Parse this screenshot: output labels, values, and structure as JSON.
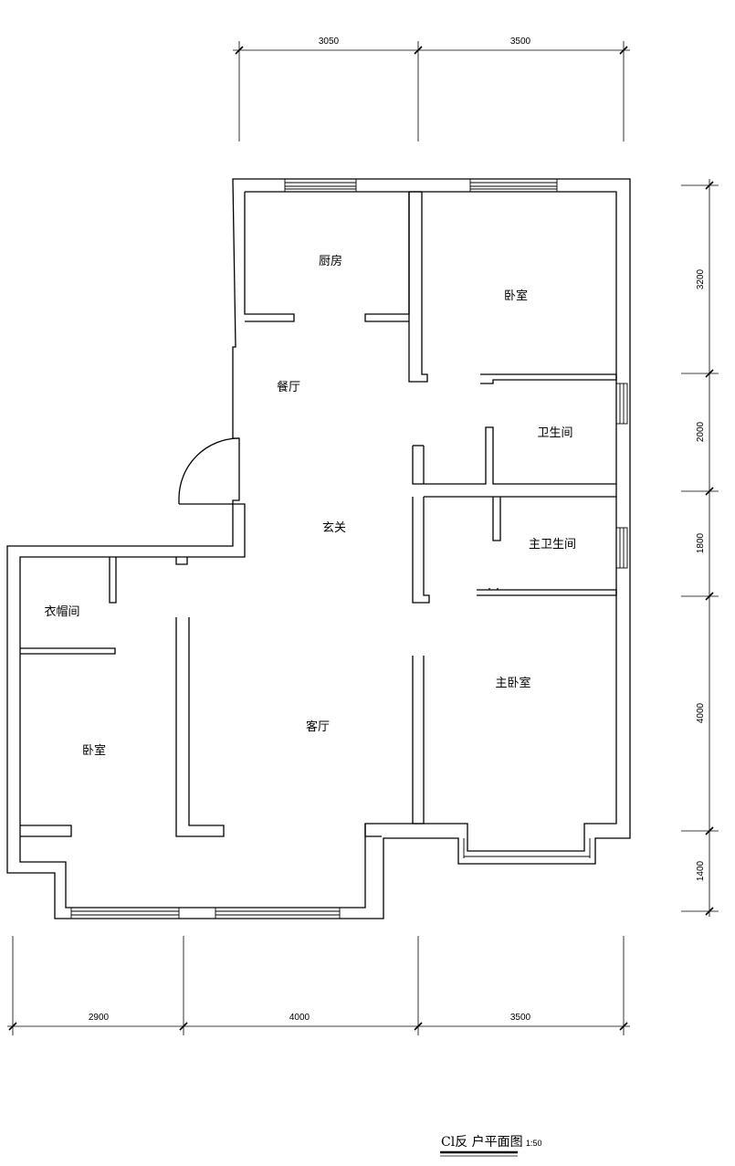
{
  "rooms": {
    "kitchen": "厨房",
    "bedroom_north": "卧室",
    "dining": "餐厅",
    "bathroom": "卫生间",
    "foyer": "玄关",
    "master_bathroom": "主卫生间",
    "cloakroom": "衣帽间",
    "master_bedroom": "主卧室",
    "living_room": "客厅",
    "bedroom_west": "卧室"
  },
  "dimensions": {
    "top": [
      "3050",
      "3500"
    ],
    "right": [
      "3200",
      "2000",
      "1800",
      "4000",
      "1400"
    ],
    "bottom": [
      "2900",
      "4000",
      "3500"
    ]
  },
  "title": {
    "text": "Cl反 户平面图",
    "scale": "1:50"
  }
}
